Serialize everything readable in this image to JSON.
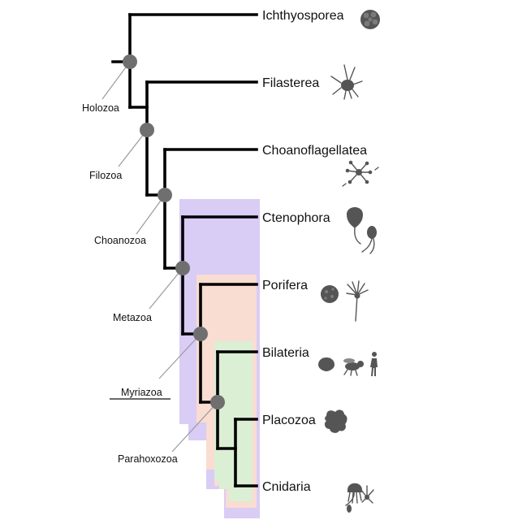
{
  "taxa": {
    "ichthyosporea": "Ichthyosporea",
    "filasterea": "Filasterea",
    "choanoflagellatea": "Choanoflagellatea",
    "ctenophora": "Ctenophora",
    "porifera": "Porifera",
    "bilateria": "Bilateria",
    "placozoa": "Placozoa",
    "cnidaria": "Cnidaria"
  },
  "clades": {
    "holozoa": "Holozoa",
    "filozoa": "Filozoa",
    "choanozoa": "Choanozoa",
    "metazoa": "Metazoa",
    "myriazoa": "Myriazoa",
    "parahoxozoa": "Parahoxozoa"
  },
  "colors": {
    "metazoa_box": "#d9ccf5",
    "myriazoa_box": "#f9dcd2",
    "parahoxozoa_box": "#daefd4",
    "node": "#6f6f6f",
    "branch": "#000000",
    "leader": "#9a9a9a"
  }
}
